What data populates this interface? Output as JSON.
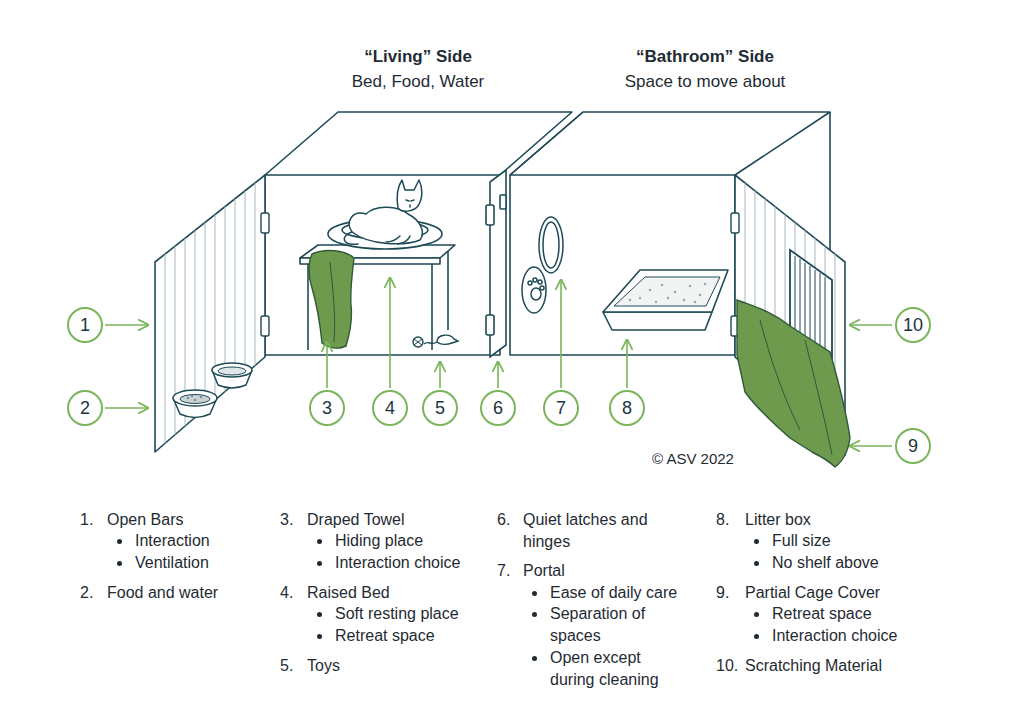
{
  "diagram": {
    "nodes": [
      {
        "text": [
          "1"
        ]
      },
      {
        "text": [
          "2"
        ]
      },
      {
        "text": [
          "3"
        ]
      },
      {
        "text": [
          "4"
        ]
      },
      {
        "text": [
          "5"
        ]
      },
      {
        "text": [
          "6"
        ]
      },
      {
        "text": [
          "7"
        ]
      },
      {
        "text": [
          "8"
        ]
      },
      {
        "text": [
          "9"
        ]
      },
      {
        "text": [
          "10"
        ]
      }
    ],
    "labels": [
      "“Living” Side",
      "Bed, Food, Water",
      "“Bathroom” Side",
      "Space to move about",
      "© ASV 2022",
      "1.",
      "Open Bars",
      "Interaction",
      "Ventilation",
      "2.",
      "Food and water",
      "3.",
      "Draped Towel",
      "Hiding place",
      "Interaction choice",
      "4.",
      "Raised Bed",
      "Soft resting place",
      "Retreat space",
      "5.",
      "Toys",
      "6.",
      "Quiet latches and hinges",
      "7.",
      "Portal",
      "Ease of daily care",
      "Separation of spaces",
      "Open except during cleaning",
      "8.",
      "Litter box",
      "Full size",
      "No shelf above",
      "9.",
      "Partial Cage Cover",
      "Retreat space",
      "Interaction choice",
      "10.",
      "Scratching Material"
    ]
  }
}
